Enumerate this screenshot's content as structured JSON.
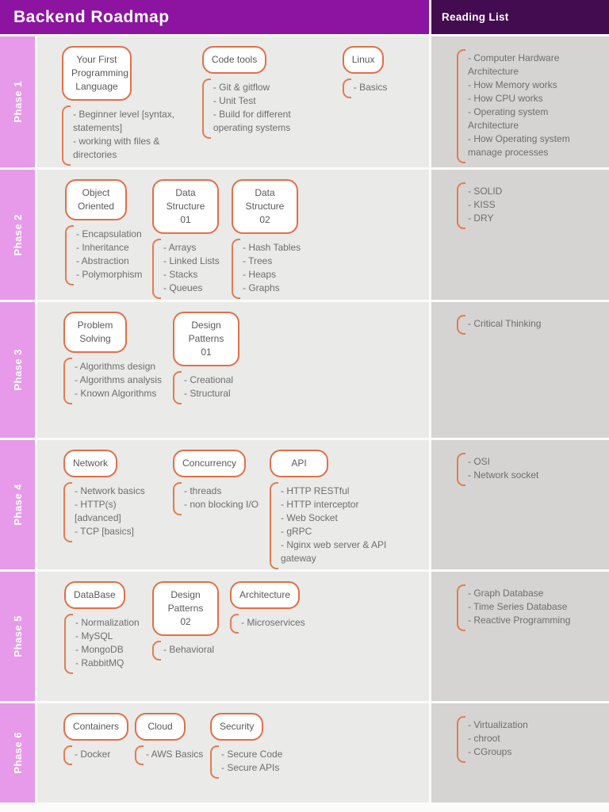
{
  "header": {
    "title": "Backend Roadmap",
    "reading_list_title": "Reading List"
  },
  "colors": {
    "header_purple": "#8d14a0",
    "reading_header_purple": "#430b50",
    "phase_pink": "#e69ae9",
    "main_background": "#eaeae8",
    "reading_background": "#d5d4d2",
    "accent_orange": "#df7049",
    "text_gray": "#6e6e6e"
  },
  "phases": [
    {
      "label": "Phase 1",
      "topics": [
        {
          "title": "Your First Programming Language",
          "items": [
            "- Beginner level [syntax, statements]",
            "- working with files & directories"
          ]
        },
        {
          "title": "Code tools",
          "items": [
            "- Git & gitflow",
            "- Unit Test",
            "- Build for different operating systems"
          ]
        },
        {
          "title": "Linux",
          "items": [
            "- Basics"
          ]
        }
      ],
      "reading": [
        "- Computer Hardware Architecture",
        "- How Memory works",
        "- How CPU works",
        "- Operating system Architecture",
        "- How Operating system manage processes"
      ]
    },
    {
      "label": "Phase 2",
      "topics": [
        {
          "title": "Object Oriented",
          "items": [
            "- Encapsulation",
            "- Inheritance",
            "- Abstraction",
            "- Polymorphism"
          ]
        },
        {
          "title": "Data Structure 01",
          "items": [
            "- Arrays",
            "- Linked Lists",
            "- Stacks",
            "- Queues"
          ]
        },
        {
          "title": "Data Structure 02",
          "items": [
            "- Hash Tables",
            "- Trees",
            "- Heaps",
            "- Graphs"
          ]
        }
      ],
      "reading": [
        "- SOLID",
        "- KISS",
        "- DRY"
      ]
    },
    {
      "label": "Phase 3",
      "topics": [
        {
          "title": "Problem Solving",
          "items": [
            "- Algorithms design",
            "- Algorithms analysis",
            "- Known Algorithms"
          ]
        },
        {
          "title": "Design Patterns 01",
          "items": [
            "- Creational",
            "- Structural"
          ]
        }
      ],
      "reading": [
        "- Critical Thinking"
      ]
    },
    {
      "label": "Phase 4",
      "topics": [
        {
          "title": "Network",
          "items": [
            "- Network basics",
            "- HTTP(s) [advanced]",
            "- TCP [basics]"
          ]
        },
        {
          "title": "Concurrency",
          "items": [
            "- threads",
            "- non blocking I/O"
          ]
        },
        {
          "title": "API",
          "items": [
            "- HTTP RESTful",
            "- HTTP interceptor",
            "- Web Socket",
            "- gRPC",
            "- Nginx web server & API gateway"
          ]
        }
      ],
      "reading": [
        "- OSI",
        "- Network socket"
      ]
    },
    {
      "label": "Phase 5",
      "topics": [
        {
          "title": "DataBase",
          "items": [
            "- Normalization",
            "- MySQL",
            "- MongoDB",
            "- RabbitMQ"
          ]
        },
        {
          "title": "Design Patterns 02",
          "items": [
            "- Behavioral"
          ]
        },
        {
          "title": "Architecture",
          "items": [
            "- Microservices"
          ]
        }
      ],
      "reading": [
        "- Graph Database",
        "- Time Series Database",
        "- Reactive Programming"
      ]
    },
    {
      "label": "Phase 6",
      "topics": [
        {
          "title": "Containers",
          "items": [
            "- Docker"
          ]
        },
        {
          "title": "Cloud",
          "items": [
            "- AWS Basics"
          ]
        },
        {
          "title": "Security",
          "items": [
            "- Secure Code",
            "- Secure APIs"
          ]
        }
      ],
      "reading": [
        "- Virtualization",
        "- chroot",
        "- CGroups"
      ]
    }
  ]
}
